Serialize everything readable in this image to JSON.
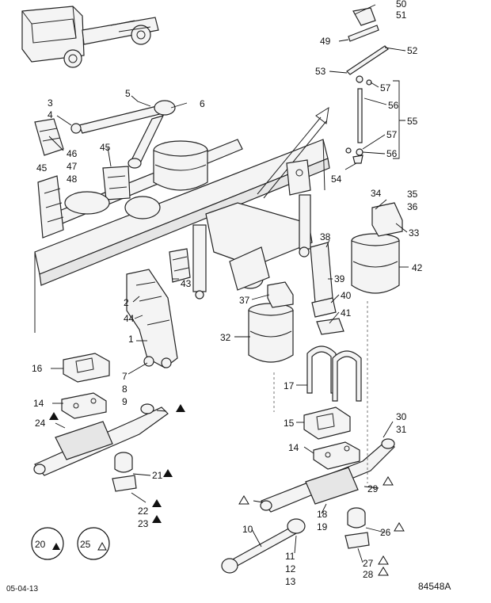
{
  "diagram": {
    "part_numbers": {
      "n1": "1",
      "n2": "2",
      "n3": "3",
      "n4": "4",
      "n5": "5",
      "n6": "6",
      "n7": "7",
      "n8": "8",
      "n9": "9",
      "n10": "10",
      "n11": "11",
      "n12": "12",
      "n13": "13",
      "n14a": "14",
      "n14b": "14",
      "n15": "15",
      "n16": "16",
      "n17": "17",
      "n18": "18",
      "n19": "19",
      "n20": "20",
      "n21": "21",
      "n22": "22",
      "n23": "23",
      "n24": "24",
      "n25": "25",
      "n26": "26",
      "n27": "27",
      "n28": "28",
      "n29": "29",
      "n30": "30",
      "n31": "31",
      "n32": "32",
      "n33": "33",
      "n34": "34",
      "n35": "35",
      "n36": "36",
      "n37": "37",
      "n38": "38",
      "n39": "39",
      "n40": "40",
      "n41": "41",
      "n42": "42",
      "n43": "43",
      "n44": "44",
      "n45a": "45",
      "n45b": "45",
      "n46": "46",
      "n47": "47",
      "n48": "48",
      "n49": "49",
      "n50": "50",
      "n51": "51",
      "n52": "52",
      "n53": "53",
      "n54": "54",
      "n55": "55",
      "n56a": "56",
      "n56b": "56",
      "n57a": "57",
      "n57b": "57"
    },
    "footer": {
      "date": "05-04-13",
      "reference": "84548A"
    }
  }
}
